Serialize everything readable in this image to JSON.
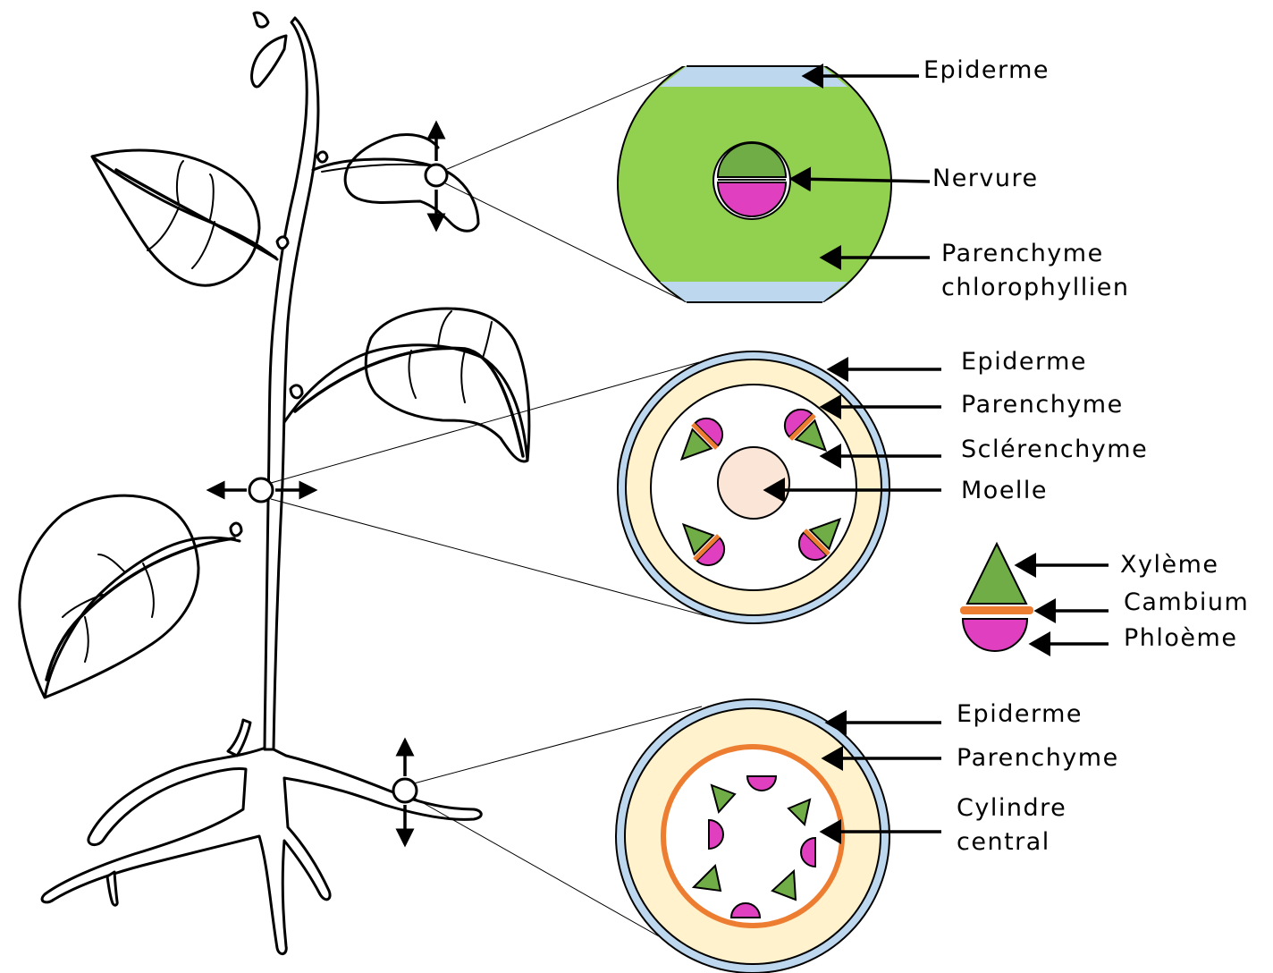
{
  "labels": {
    "leaf": {
      "epiderme": "Epiderme",
      "nervure": "Nervure",
      "parenchyme_line1": "Parenchyme",
      "parenchyme_line2": "chlorophyllien"
    },
    "stem": {
      "epiderme": "Epiderme",
      "parenchyme": "Parenchyme",
      "sclerenchyme": "Sclérenchyme",
      "moelle": "Moelle"
    },
    "legend": {
      "xyleme": "Xylème",
      "cambium": "Cambium",
      "phloeme": "Phloème"
    },
    "root": {
      "epiderme": "Epiderme",
      "parenchyme": "Parenchyme",
      "cylindre_line1": "Cylindre",
      "cylindre_line2": "central"
    }
  },
  "colors": {
    "chlorophyll_parenchyma": "#92d050",
    "epidermis": "#bdd7ee",
    "parenchyma": "#fff2cc",
    "pith": "#fbe5d6",
    "xylem": "#70ad47",
    "phloem": "#e040c0",
    "cambium": "#ed7d31"
  }
}
